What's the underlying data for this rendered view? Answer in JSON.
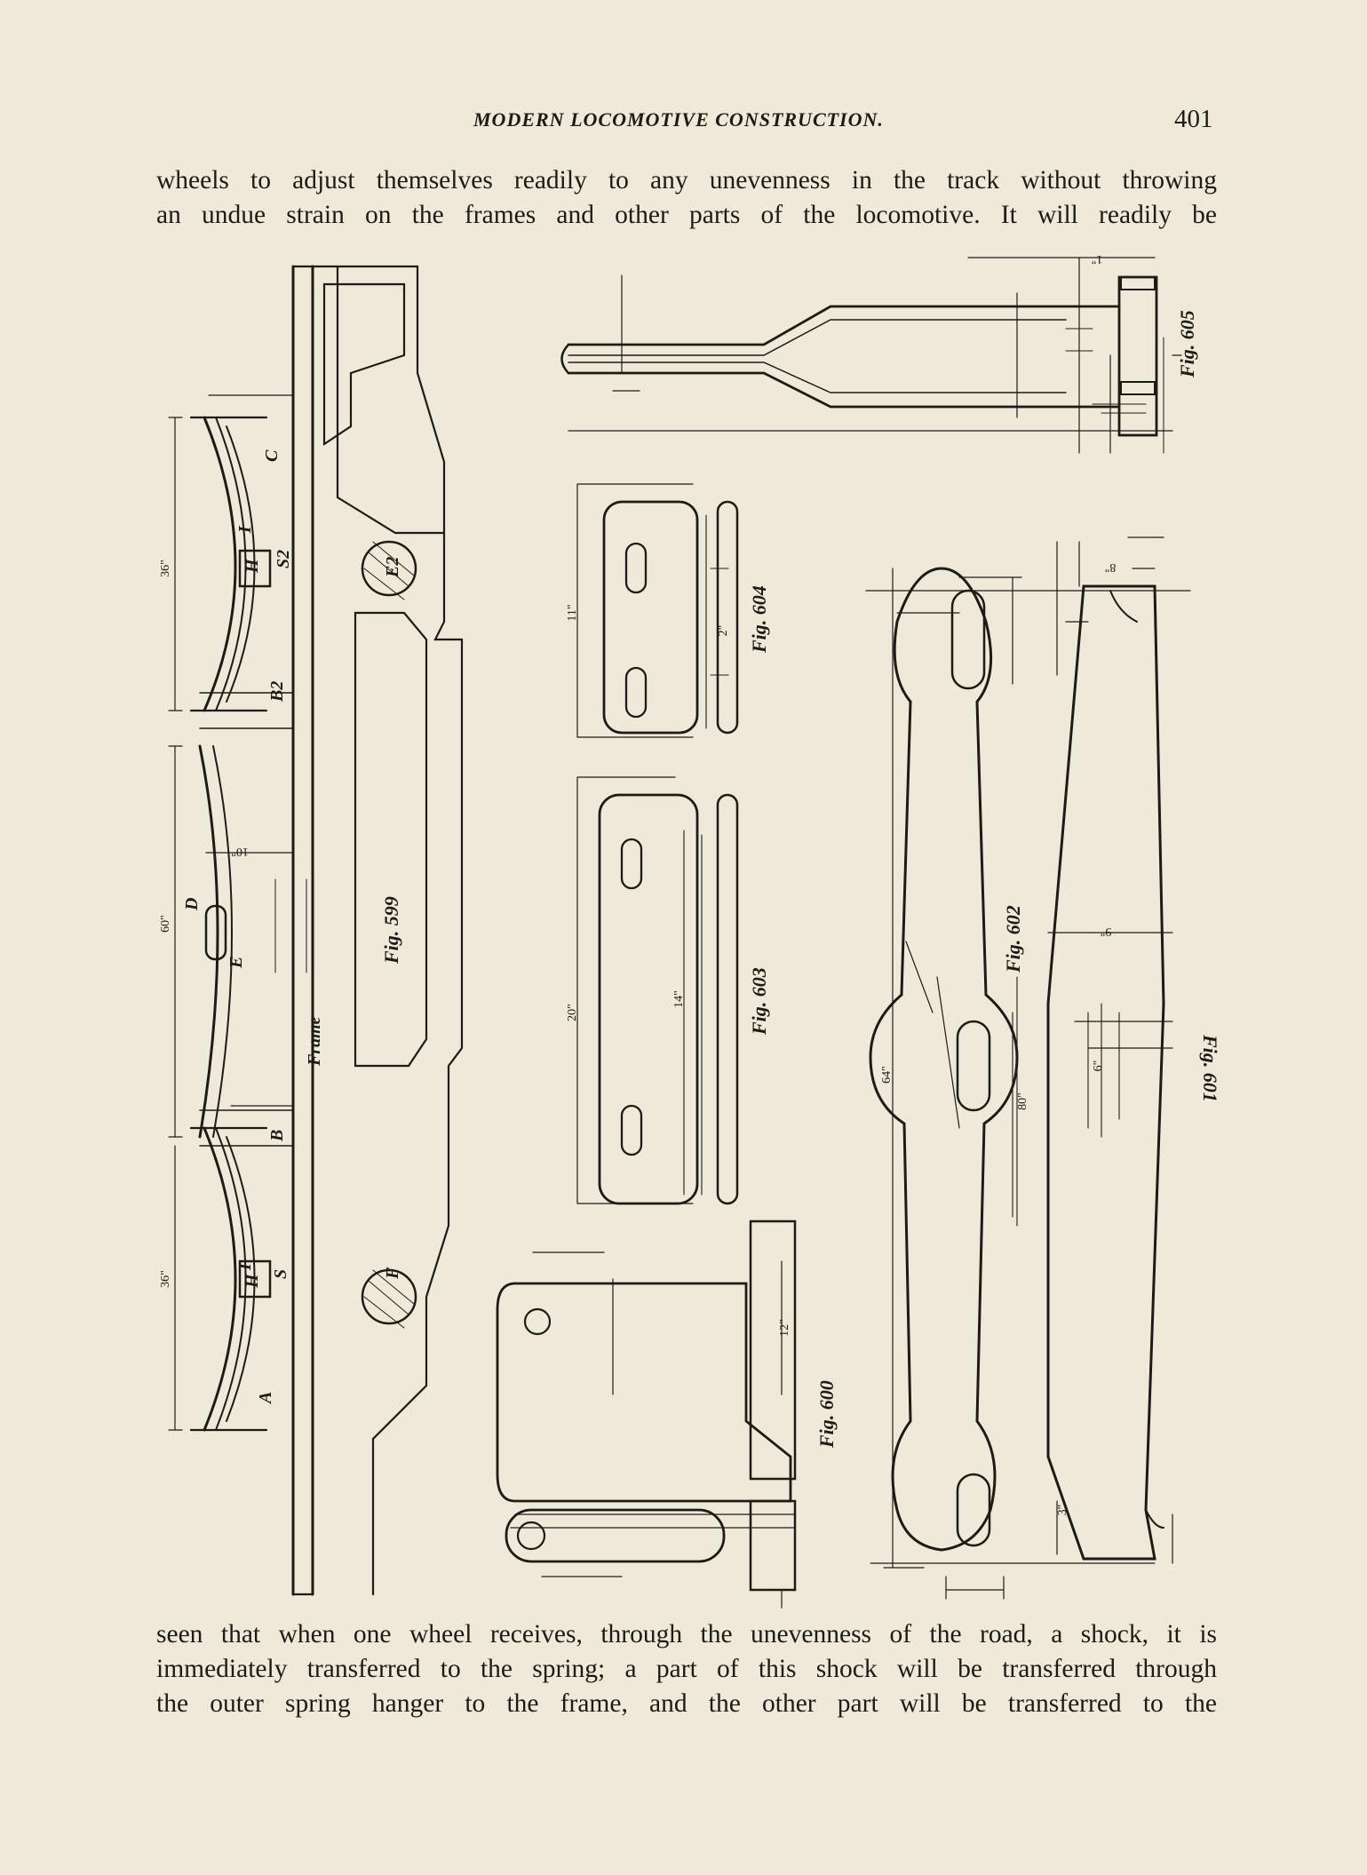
{
  "header": {
    "running_title": "MODERN LOCOMOTIVE CONSTRUCTION.",
    "page_number": "401"
  },
  "text": {
    "top_lines": [
      "wheels to adjust themselves readily to any unevenness in the track without throwing",
      "an undue strain on the frames and other parts of the locomotive. It will readily be"
    ],
    "bottom_lines": [
      "seen that when one wheel receives, through the unevenness of the road, a shock, it is",
      "immediately transferred to the spring; a part of this shock will be transferred through",
      "the outer spring hanger to the frame, and the other part will be transferred to the"
    ]
  },
  "figures": {
    "fig599": "Fig. 599",
    "fig600": "Fig. 600",
    "fig601": "Fig. 601",
    "fig602": "Fig. 602",
    "fig603": "Fig. 603",
    "fig604": "Fig. 604",
    "fig605": "Fig. 605",
    "frame_label": "Frame"
  },
  "part_letters": {
    "A": "A",
    "B": "B",
    "B2": "B2",
    "C": "C",
    "D": "D",
    "E": "E",
    "E2": "E2",
    "F": "F",
    "H": "H",
    "I": "I",
    "S": "S",
    "S2": "S2"
  },
  "dimensions": {
    "d_36a": "36\"",
    "d_36b": "36\"",
    "d_60": "60\"",
    "d_10": "10\"",
    "d_12": "12\"",
    "d_20": "20\"",
    "d_64": "64\"",
    "d_80": "80\"",
    "d_11": "11\"",
    "d_14": "14\"",
    "d_2": "2\"",
    "d_3": "3\"",
    "d_6": "6\"",
    "d_8": "8\"",
    "d_9": "9\"",
    "d_1": "1\""
  },
  "colors": {
    "paper": "#efe9da",
    "ink": "#1e1b16"
  }
}
